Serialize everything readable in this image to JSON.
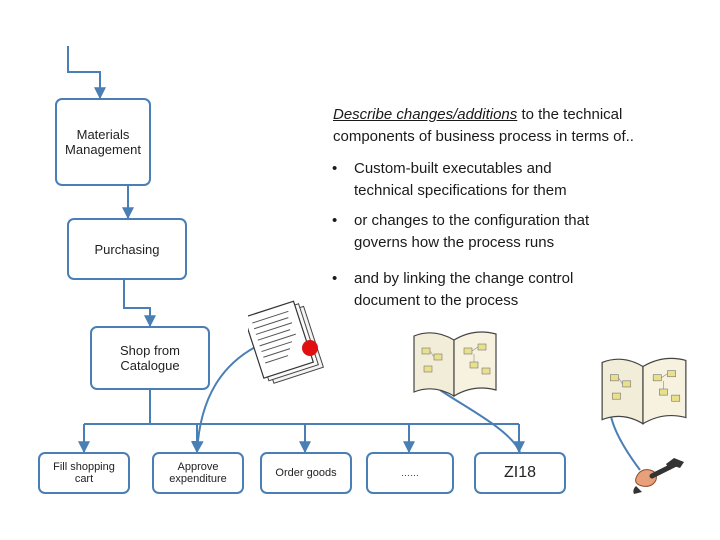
{
  "boxes": {
    "materials_management": "Materials\nManagement",
    "purchasing": "Purchasing",
    "shop_from_catalogue": "Shop from\nCatalogue",
    "fill_shopping_cart": "Fill shopping\ncart",
    "approve_expenditure": "Approve\nexpenditure",
    "order_goods": "Order goods",
    "ellipsis": "……",
    "zi18": "ZI18"
  },
  "description": {
    "heading_emphasis": "Describe changes/additions",
    "heading_rest_line1": " to the technical",
    "heading_line2": "components of business process in terms of..",
    "bullet_symbol": "•",
    "bullets": [
      {
        "line1": "Custom-built executables and",
        "line2": "technical specifications for them"
      },
      {
        "line1": "or changes to the configuration that",
        "line2": "governs how the process runs"
      },
      {
        "line1": "and by linking the change control",
        "line2": "document to the process"
      }
    ]
  },
  "colors": {
    "box_border": "#4a7fb5",
    "connector": "#4a7fb5",
    "document_stamp": "#e01010"
  },
  "icons": [
    "document-stack-icon",
    "open-book-icon",
    "open-book-icon",
    "wrench-tool-icon"
  ]
}
